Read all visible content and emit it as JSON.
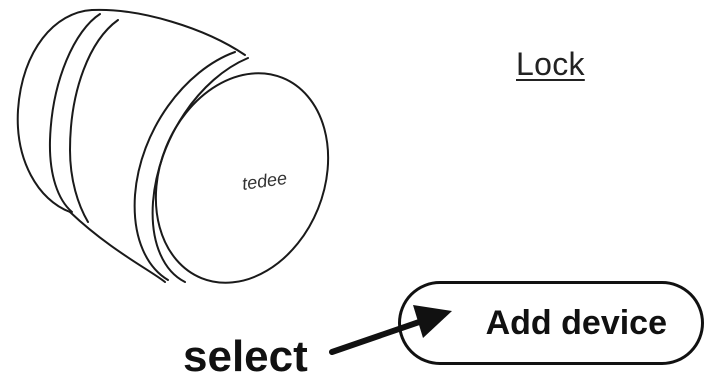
{
  "device": {
    "brand_text": "tedee"
  },
  "menu": {
    "lock_label": "Lock"
  },
  "action": {
    "add_device_label": "Add device"
  },
  "instruction": {
    "select_label": "select"
  },
  "icons": {
    "device_image": "smart-lock-cylinder-icon",
    "pointer": "arrow-icon"
  },
  "colors": {
    "ink": "#111111",
    "background": "#ffffff"
  }
}
